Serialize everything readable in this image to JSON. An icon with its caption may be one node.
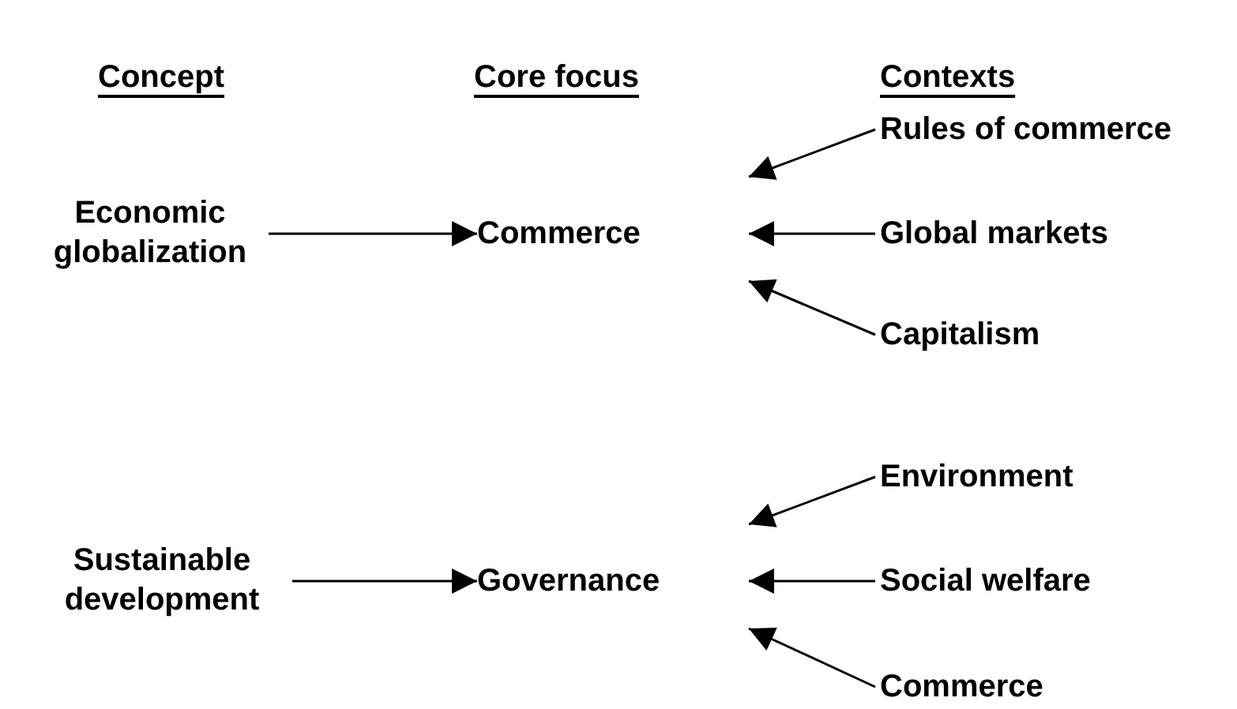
{
  "diagram": {
    "nodes": [
      {
        "text": [
          "Economic globalization"
        ]
      },
      {
        "text": [
          "Commerce"
        ]
      },
      {
        "text": [
          "Rules of commerce"
        ]
      },
      {
        "text": [
          "Global markets"
        ]
      },
      {
        "text": [
          "Capitalism"
        ]
      },
      {
        "text": [
          "Sustainable development"
        ]
      },
      {
        "text": [
          "Governance"
        ]
      },
      {
        "text": [
          "Environment"
        ]
      },
      {
        "text": [
          "Social welfare"
        ]
      },
      {
        "text": [
          "Commerce"
        ]
      }
    ],
    "edges": [
      {
        "from": 0,
        "to": 1,
        "arrow": "to"
      },
      {
        "from": 2,
        "to": 1,
        "arrow": "to"
      },
      {
        "from": 3,
        "to": 1,
        "arrow": "to"
      },
      {
        "from": 4,
        "to": 1,
        "arrow": "to"
      },
      {
        "from": 5,
        "to": 6,
        "arrow": "to"
      },
      {
        "from": 7,
        "to": 6,
        "arrow": "to"
      },
      {
        "from": 8,
        "to": 6,
        "arrow": "to"
      },
      {
        "from": 9,
        "to": 6,
        "arrow": "to"
      }
    ],
    "labels": [
      "Concept",
      "Core focus",
      "Contexts"
    ]
  }
}
